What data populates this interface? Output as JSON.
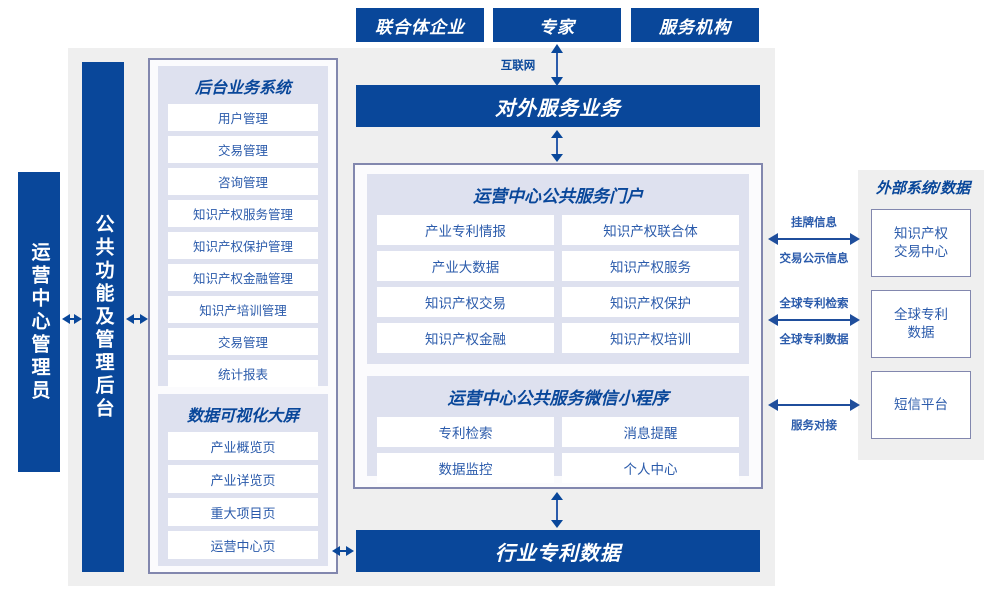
{
  "diagram": {
    "title_actors": [
      {
        "label": "联合体企业"
      },
      {
        "label": "专家"
      },
      {
        "label": "服务机构"
      }
    ],
    "internet_label": "互联网",
    "external_service_bar": "对外服务业务",
    "industry_data_bar": "行业专利数据",
    "left_columns": {
      "admin_bar": "运营中心管理员",
      "common_bar": "公共功能及管理后台"
    },
    "backend_group": {
      "title": "后台业务系统",
      "items": [
        "用户管理",
        "交易管理",
        "咨询管理",
        "知识产权服务管理",
        "知识产权保护管理",
        "知识产权金融管理",
        "知识产培训管理",
        "交易管理",
        "统计报表"
      ]
    },
    "visual_group": {
      "title": "数据可视化大屏",
      "items": [
        "产业概览页",
        "产业详览页",
        "重大项目页",
        "运营中心页"
      ]
    },
    "portal_group": {
      "title": "运营中心公共服务门户",
      "items": [
        "产业专利情报",
        "知识产权联合体",
        "产业大数据",
        "知识产权服务",
        "知识产权交易",
        "知识产权保护",
        "知识产权金融",
        "知识产权培训"
      ]
    },
    "miniprogram_group": {
      "title": "运营中心公共服务微信小程序",
      "items": [
        "专利检索",
        "消息提醒",
        "数据监控",
        "个人中心"
      ]
    },
    "external": {
      "title": "外部系统/数据",
      "boxes": [
        {
          "line1": "知识产权",
          "line2": "交易中心"
        },
        {
          "line1": "全球专利",
          "line2": "数据"
        },
        {
          "line1": "短信平台",
          "line2": ""
        }
      ],
      "connectors": [
        {
          "top": "挂牌信息",
          "bottom": "交易公示信息"
        },
        {
          "top": "全球专利检索",
          "bottom": "全球专利数据"
        },
        {
          "top": "",
          "bottom": "服务对接"
        }
      ]
    },
    "colors": {
      "brand_blue": "#09479a",
      "text_blue": "#2b5bab",
      "panel_border": "#8287ae",
      "group_bg": "#dee1ef",
      "container_bg": "#efefef"
    }
  }
}
